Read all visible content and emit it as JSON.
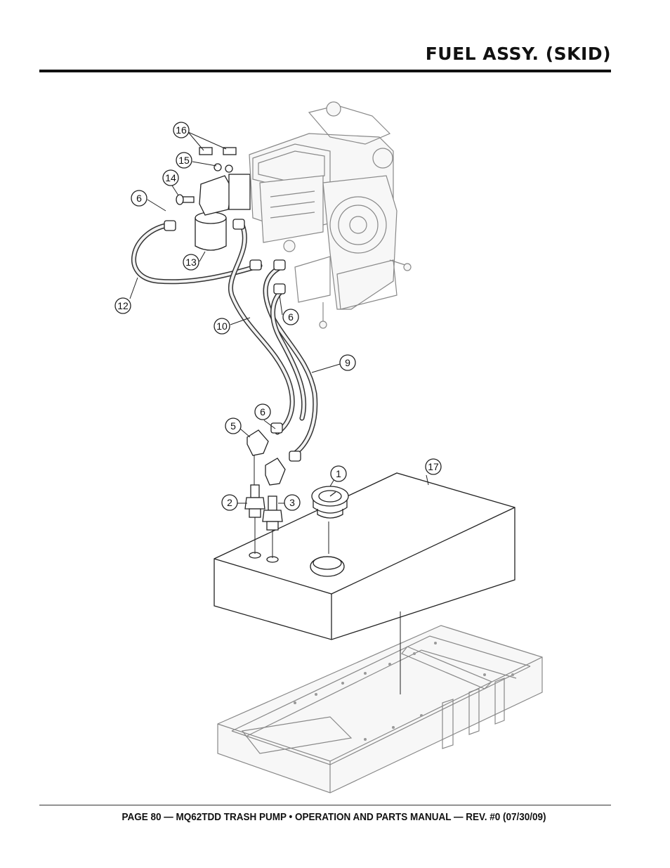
{
  "header": {
    "title": "FUEL ASSY. (SKID)"
  },
  "footer": {
    "text": "PAGE 80 — MQ62TDD TRASH PUMP • OPERATION AND PARTS MANUAL — REV. #0 (07/30/09)"
  },
  "callouts": {
    "c1": "1",
    "c2": "2",
    "c3": "3",
    "c5": "5",
    "c6a": "6",
    "c6b": "6",
    "c6c": "6",
    "c9": "9",
    "c10": "10",
    "c12": "12",
    "c13": "13",
    "c14": "14",
    "c15": "15",
    "c16": "16",
    "c17": "17"
  }
}
